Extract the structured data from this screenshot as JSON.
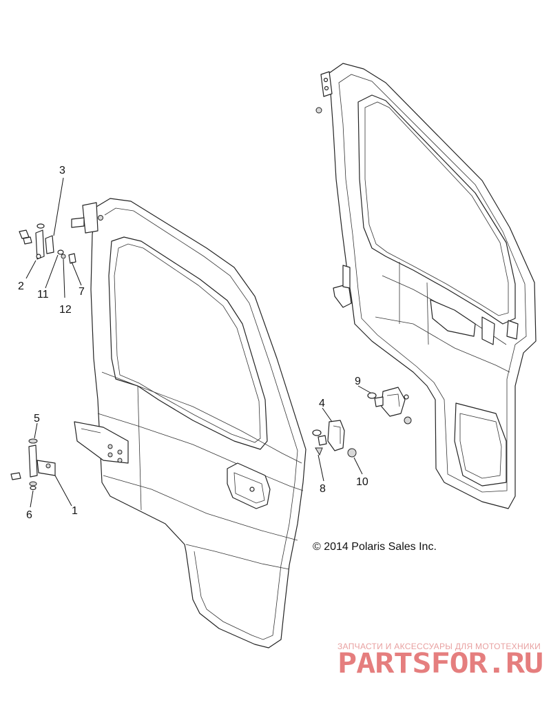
{
  "callouts": {
    "c1": "1",
    "c2": "2",
    "c3": "3",
    "c4": "4",
    "c5": "5",
    "c6": "6",
    "c7": "7",
    "c8": "8",
    "c9": "9",
    "c10": "10",
    "c11": "11",
    "c12": "12"
  },
  "copyright": "© 2014 Polaris Sales Inc.",
  "watermark": {
    "tagline": "ЗАПЧАСТИ И АКСЕССУАРЫ ДЛЯ МОТОТЕХНИКИ",
    "brand": "PARTSFOR.RU",
    "color": "#e57e7e"
  }
}
